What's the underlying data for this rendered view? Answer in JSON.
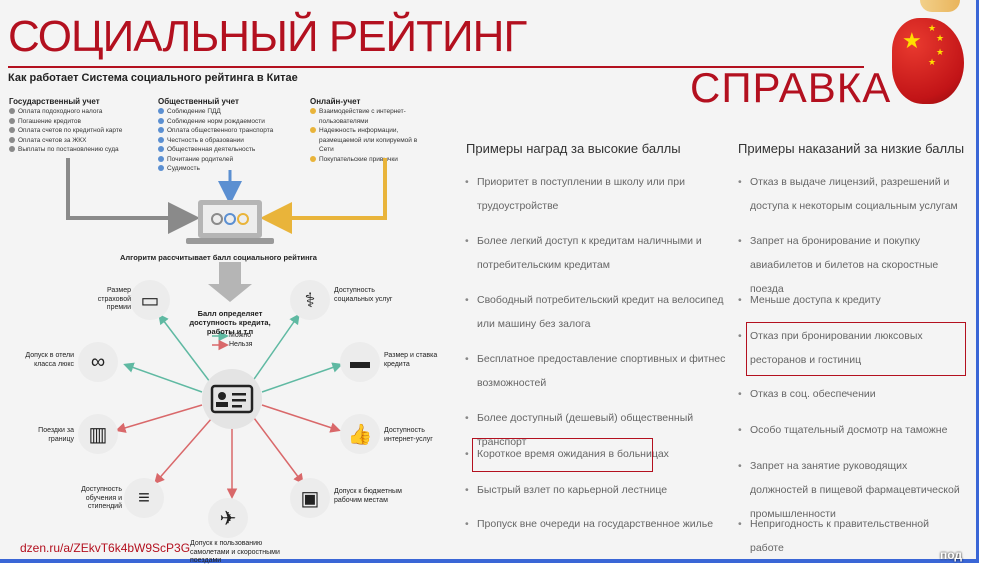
{
  "header": {
    "title": "СОЦИАЛЬНЫЙ РЕЙТИНГ",
    "subtitle": "СПРАВКА"
  },
  "infographic": {
    "title": "Как работает Система социального рейтинга в Китае",
    "state": {
      "title": "Государственный учет",
      "items": [
        "Оплата подоходного налога",
        "Погашение кредитов",
        "Оплата счетов по кредитной карте",
        "Оплата счетов за ЖКХ",
        "Выплаты по постановлению суда"
      ]
    },
    "public": {
      "title": "Общественный учет",
      "items": [
        "Соблюдение ПДД",
        "Соблюдение норм рождаемости",
        "Оплата общественного транспорта",
        "Честность в образовании",
        "Общественная деятельность",
        "Почитание родителей",
        "Судимость"
      ]
    },
    "online": {
      "title": "Онлайн-учет",
      "items": [
        "Взаимодействие с интернет-пользователями",
        "Надежность информации, размещаемой или копируемой в Сети",
        "Покупательские привычки"
      ]
    },
    "algorithm": "Алгоритм рассчитывает балл социального рейтинга",
    "center": "Балл определяет доступность кредита, работы и т.п",
    "can": "Можно",
    "cannot": "Нельзя",
    "nodes": {
      "insurance": "Размер страховой премии",
      "medical": "Доступность социальных услуг",
      "hotels": "Допуск в отели класса люкс",
      "credit": "Размер и ставка кредита",
      "travel": "Поездки за границу",
      "internet": "Доступность интернет-услуг",
      "education": "Доступность обучения и стипендий",
      "jobs": "Допуск к бюджетным рабочим местам",
      "planes": "Допуск к пользованию самолетами и скоростными поездами"
    }
  },
  "rewards": {
    "title": "Примеры наград за высокие баллы",
    "items": [
      "Приоритет в поступлении в школу или при трудоустройстве",
      "Более легкий доступ к кредитам наличными и потребительским кредитам",
      "Свободный потребительский кредит на велосипед или машину без залога",
      "Бесплатное предоставление спортивных и фитнес возможностей",
      "Более доступный (дешевый) общественный транспорт",
      "Короткое время ожидания в больницах",
      "Быстрый взлет по карьерной лестнице",
      "Пропуск вне очереди на государственное жилье"
    ]
  },
  "penalties": {
    "title": "Примеры наказаний за низкие баллы",
    "items": [
      "Отказ в выдаче лицензий, разрешений и доступа к некоторым социальным услугам",
      "Запрет на бронирование и покупку авиабилетов и билетов на скоростные поезда",
      "Меньше доступа к кредиту",
      "Отказ при бронировании люксовых ресторанов и гостиниц",
      "Отказ в соц. обеспечении",
      "Особо тщательный досмотр на таможне",
      "Запрет на занятие руководящих должностей в пищевой фармацевтической промышленности",
      "Непригодность к правительственной работе"
    ]
  },
  "source": "dzen.ru/a/ZEkvT6k4bW9ScP3G",
  "logo": "под",
  "colors": {
    "accent": "#b3101f",
    "state_dot": "#8a8a8a",
    "public_dot": "#5b8fd1",
    "online_dot": "#e9b43a",
    "green_arrow": "#5fb9a2",
    "red_arrow": "#d9686a"
  }
}
